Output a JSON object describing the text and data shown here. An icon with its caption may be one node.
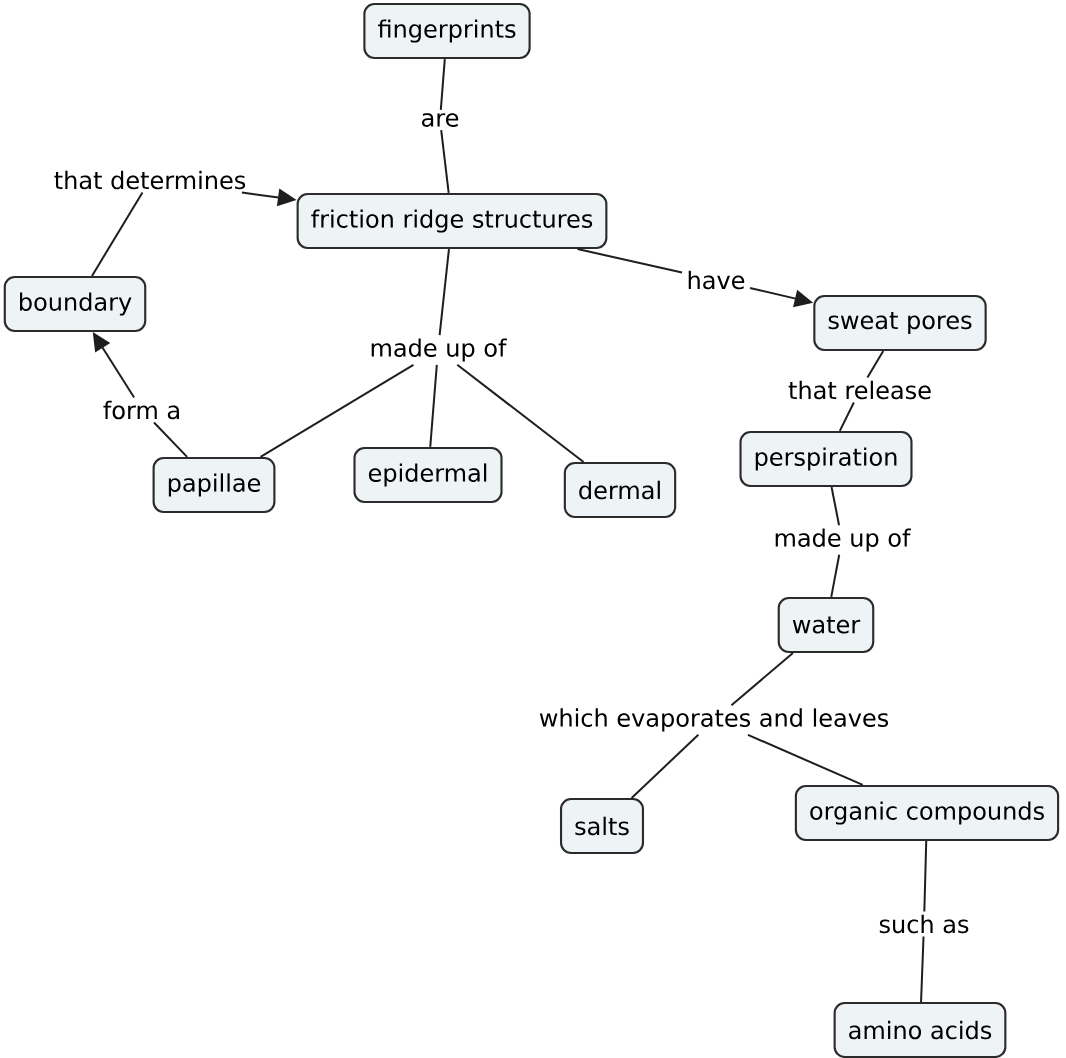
{
  "diagram": {
    "nodes": [
      {
        "text": [
          "fingerprints"
        ]
      },
      {
        "text": [
          "are"
        ]
      },
      {
        "text": [
          "that determines"
        ]
      },
      {
        "text": [
          "friction ridge structures"
        ]
      },
      {
        "text": [
          "boundary"
        ]
      },
      {
        "text": [
          "have"
        ]
      },
      {
        "text": [
          "sweat pores"
        ]
      },
      {
        "text": [
          "made up of"
        ]
      },
      {
        "text": [
          "that release"
        ]
      },
      {
        "text": [
          "form a"
        ]
      },
      {
        "text": [
          "papillae"
        ]
      },
      {
        "text": [
          "epidermal"
        ]
      },
      {
        "text": [
          "dermal"
        ]
      },
      {
        "text": [
          "perspiration"
        ]
      },
      {
        "text": [
          "made up of"
        ]
      },
      {
        "text": [
          "water"
        ]
      },
      {
        "text": [
          "which evaporates and leaves"
        ]
      },
      {
        "text": [
          "salts"
        ]
      },
      {
        "text": [
          "organic compounds"
        ]
      },
      {
        "text": [
          "such as"
        ]
      },
      {
        "text": [
          "amino acids"
        ]
      }
    ],
    "edges": [
      {
        "from": 0,
        "to": 1,
        "arrow": "none"
      },
      {
        "from": 1,
        "to": 3,
        "arrow": "none"
      },
      {
        "from": 4,
        "to": 2,
        "arrow": "none"
      },
      {
        "from": 2,
        "to": 3,
        "arrow": "to"
      },
      {
        "from": 3,
        "to": 5,
        "arrow": "none"
      },
      {
        "from": 5,
        "to": 6,
        "arrow": "to"
      },
      {
        "from": 3,
        "to": 7,
        "arrow": "none"
      },
      {
        "from": 7,
        "to": 10,
        "arrow": "none"
      },
      {
        "from": 7,
        "to": 11,
        "arrow": "none"
      },
      {
        "from": 7,
        "to": 12,
        "arrow": "none"
      },
      {
        "from": 10,
        "to": 9,
        "arrow": "none"
      },
      {
        "from": 9,
        "to": 4,
        "arrow": "to"
      },
      {
        "from": 6,
        "to": 8,
        "arrow": "none"
      },
      {
        "from": 8,
        "to": 13,
        "arrow": "none"
      },
      {
        "from": 13,
        "to": 14,
        "arrow": "none"
      },
      {
        "from": 14,
        "to": 15,
        "arrow": "none"
      },
      {
        "from": 15,
        "to": 16,
        "arrow": "none"
      },
      {
        "from": 16,
        "to": 17,
        "arrow": "none"
      },
      {
        "from": 16,
        "to": 18,
        "arrow": "none"
      },
      {
        "from": 18,
        "to": 19,
        "arrow": "none"
      },
      {
        "from": 19,
        "to": 20,
        "arrow": "none"
      }
    ]
  }
}
